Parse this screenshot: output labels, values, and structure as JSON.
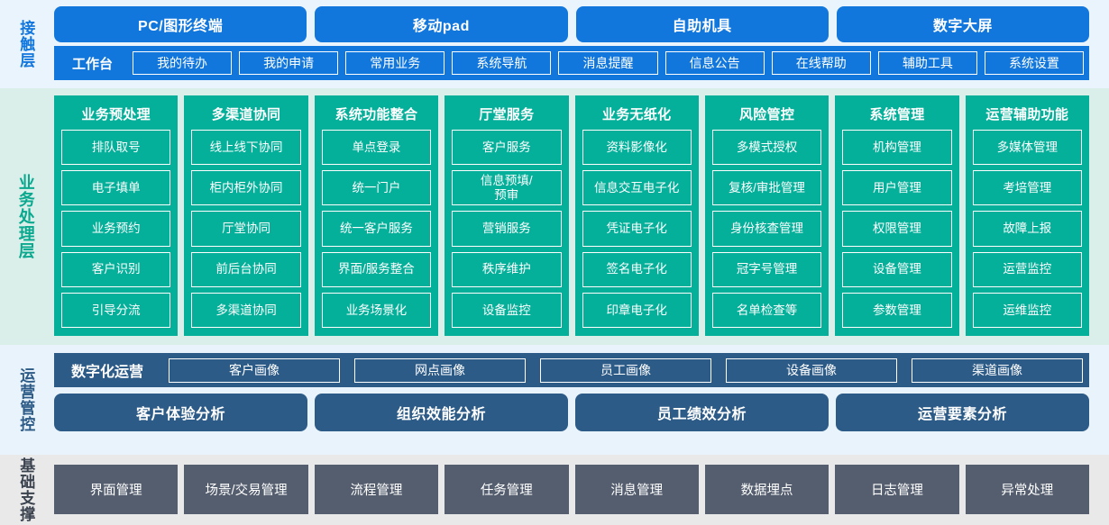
{
  "layers": {
    "contact": {
      "label": "接触层",
      "accent": "#1277dd",
      "background": "#eaf4fc",
      "channels": [
        {
          "label": "PC/图形终端"
        },
        {
          "label": "移动pad"
        },
        {
          "label": "自助机具"
        },
        {
          "label": "数字大屏"
        }
      ],
      "workbench_title": "工作台",
      "workbench_items": [
        {
          "label": "我的待办"
        },
        {
          "label": "我的申请"
        },
        {
          "label": "常用业务"
        },
        {
          "label": "系统导航"
        },
        {
          "label": "消息提醒"
        },
        {
          "label": "信息公告"
        },
        {
          "label": "在线帮助"
        },
        {
          "label": "辅助工具"
        },
        {
          "label": "系统设置"
        }
      ]
    },
    "business": {
      "label": "业务处理层",
      "accent": "#05b09a",
      "background": "#daefe9",
      "columns": [
        {
          "title": "业务预处理",
          "items": [
            "排队取号",
            "电子填单",
            "业务预约",
            "客户识别",
            "引导分流"
          ]
        },
        {
          "title": "多渠道协同",
          "items": [
            "线上线下协同",
            "柜内柜外协同",
            "厅堂协同",
            "前后台协同",
            "多渠道协同"
          ]
        },
        {
          "title": "系统功能整合",
          "items": [
            "单点登录",
            "统一门户",
            "统一客户服务",
            "界面/服务整合",
            "业务场景化"
          ]
        },
        {
          "title": "厅堂服务",
          "items": [
            "客户服务",
            "信息预填/\n预审",
            "营销服务",
            "秩序维护",
            "设备监控"
          ]
        },
        {
          "title": "业务无纸化",
          "items": [
            "资料影像化",
            "信息交互电子化",
            "凭证电子化",
            "签名电子化",
            "印章电子化"
          ]
        },
        {
          "title": "风险管控",
          "items": [
            "多模式授权",
            "复核/审批管理",
            "身份核查管理",
            "冠字号管理",
            "名单检查等"
          ]
        },
        {
          "title": "系统管理",
          "items": [
            "机构管理",
            "用户管理",
            "权限管理",
            "设备管理",
            "参数管理"
          ]
        },
        {
          "title": "运营辅助功能",
          "items": [
            "多媒体管理",
            "考培管理",
            "故障上报",
            "运营监控",
            "运维监控"
          ]
        }
      ]
    },
    "operations": {
      "label": "运营管控",
      "accent": "#2d5b87",
      "background": "#e8f3fb",
      "digital_title": "数字化运营",
      "portraits": [
        {
          "label": "客户画像"
        },
        {
          "label": "网点画像"
        },
        {
          "label": "员工画像"
        },
        {
          "label": "设备画像"
        },
        {
          "label": "渠道画像"
        }
      ],
      "analyses": [
        {
          "label": "客户体验分析"
        },
        {
          "label": "组织效能分析"
        },
        {
          "label": "员工绩效分析"
        },
        {
          "label": "运营要素分析"
        }
      ]
    },
    "base": {
      "label": "基础支撑",
      "accent": "#555e6e",
      "background": "#e9e9e9",
      "items": [
        {
          "label": "界面管理"
        },
        {
          "label": "场景/交易管理"
        },
        {
          "label": "流程管理"
        },
        {
          "label": "任务管理"
        },
        {
          "label": "消息管理"
        },
        {
          "label": "数据埋点"
        },
        {
          "label": "日志管理"
        },
        {
          "label": "异常处理"
        }
      ]
    }
  }
}
